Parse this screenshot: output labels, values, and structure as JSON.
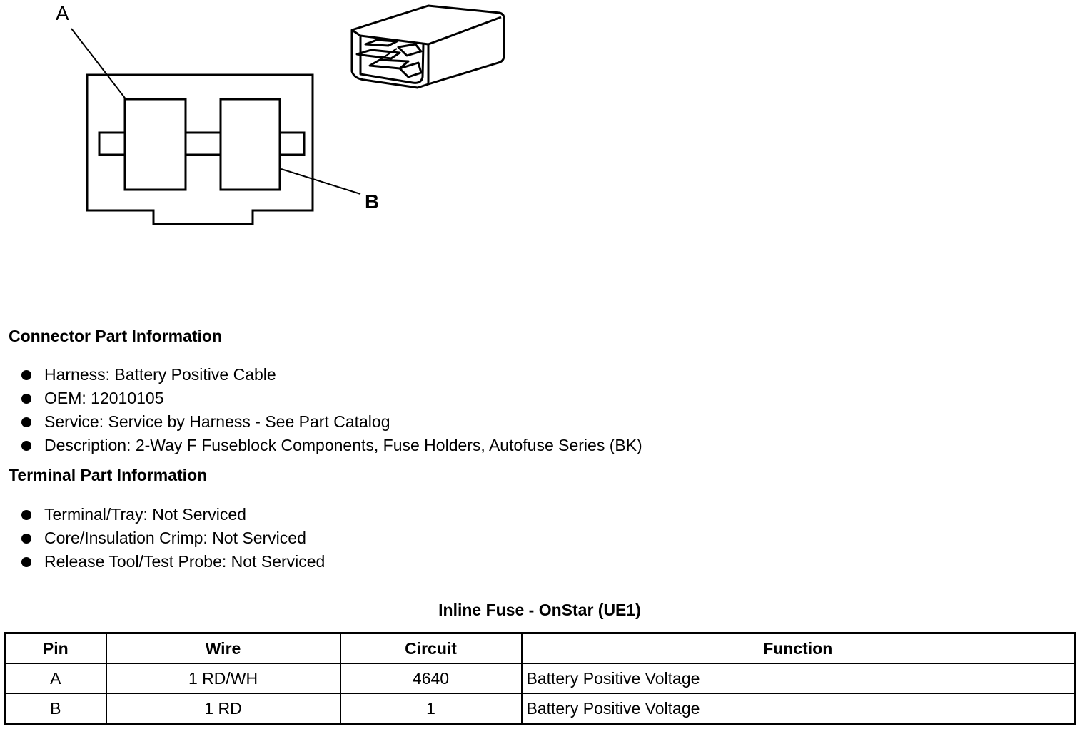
{
  "diagram": {
    "label_a": "A",
    "label_b": "B"
  },
  "connector_info": {
    "title": "Connector Part Information",
    "items": [
      "Harness: Battery Positive Cable",
      "OEM: 12010105",
      "Service: Service by Harness - See Part Catalog",
      "Description: 2-Way F Fuseblock Components, Fuse Holders, Autofuse Series (BK)"
    ]
  },
  "terminal_info": {
    "title": "Terminal Part Information",
    "items": [
      "Terminal/Tray: Not Serviced",
      "Core/Insulation Crimp: Not Serviced",
      "Release Tool/Test Probe: Not Serviced"
    ]
  },
  "pin_table": {
    "title": "Inline Fuse - OnStar (UE1)",
    "headers": [
      "Pin",
      "Wire",
      "Circuit",
      "Function"
    ],
    "rows": [
      [
        "A",
        "1 RD/WH",
        "4640",
        "Battery Positive Voltage"
      ],
      [
        "B",
        "1 RD",
        "1",
        "Battery Positive Voltage"
      ]
    ]
  }
}
